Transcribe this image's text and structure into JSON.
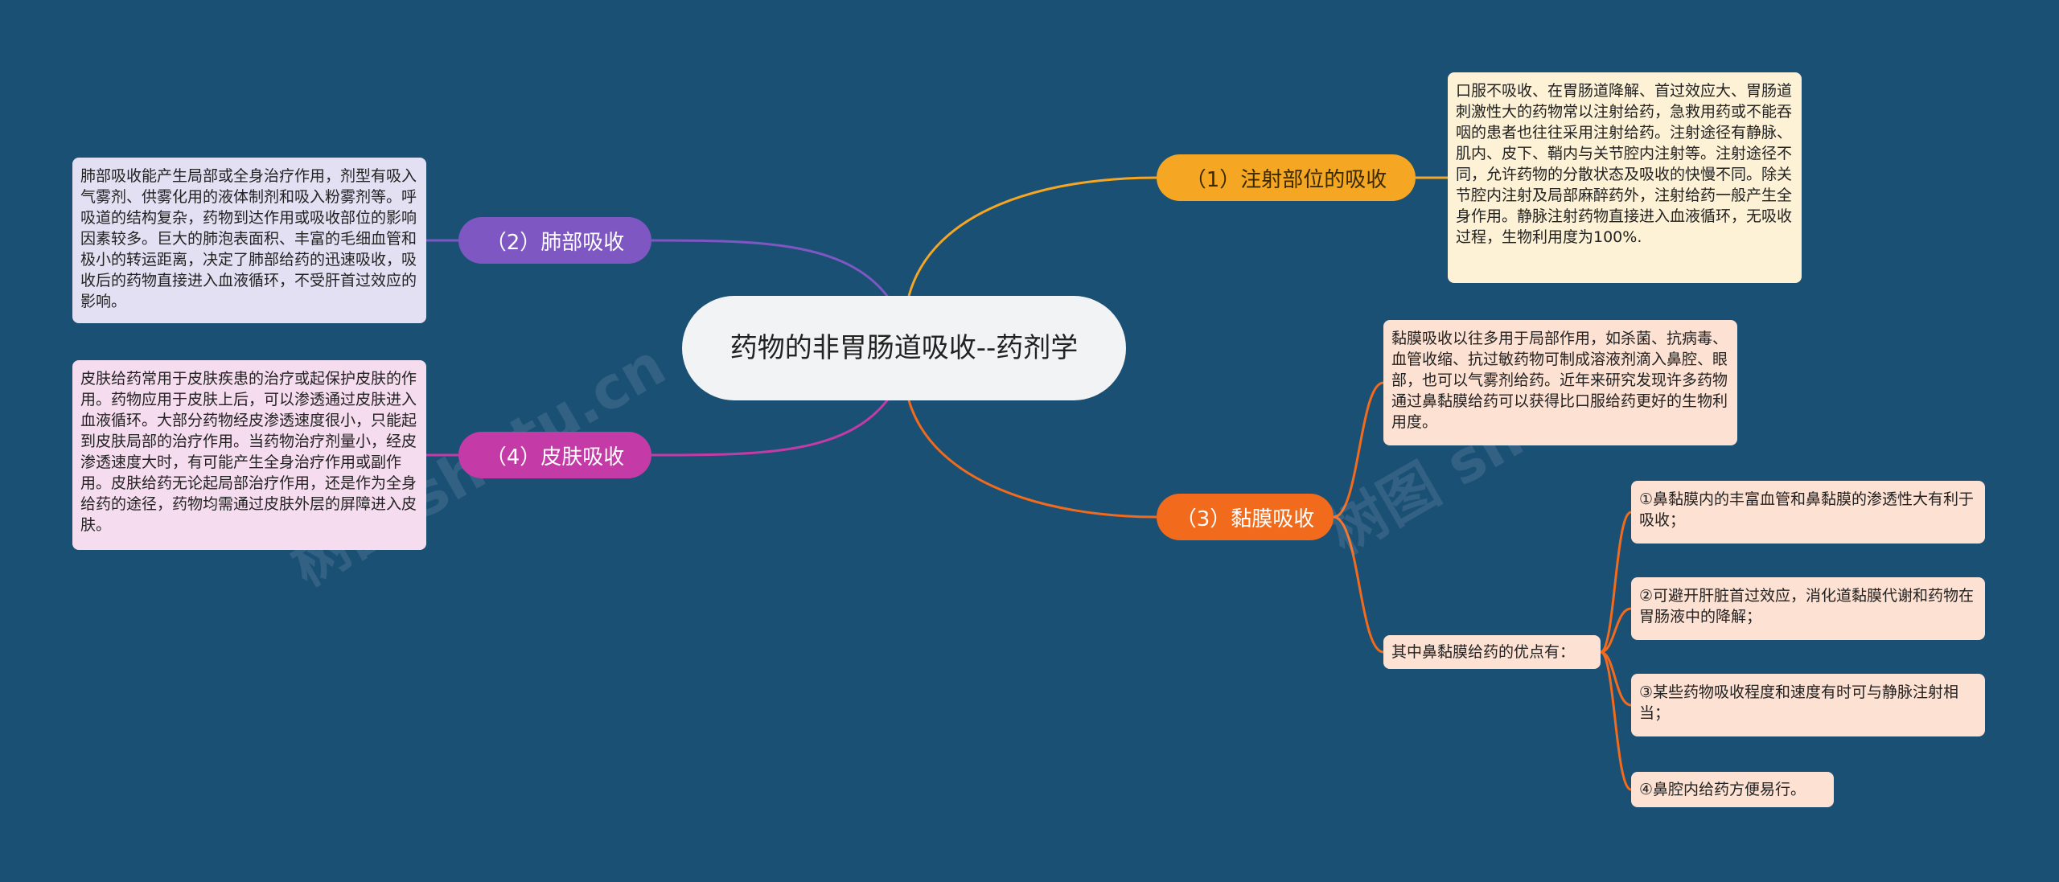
{
  "center": {
    "title": "药物的非胃肠道吸收--药剂学"
  },
  "branches": {
    "b1": {
      "label": "（1）注射部位的吸收",
      "color": "#f5a623"
    },
    "b2": {
      "label": "（2）肺部吸收",
      "color": "#7e57c2"
    },
    "b3": {
      "label": "（3）黏膜吸收",
      "color": "#f26a1b"
    },
    "b4": {
      "label": "（4）皮肤吸收",
      "color": "#c43aa6"
    }
  },
  "notes": {
    "injection": "口服不吸收、在胃肠道降解、首过效应大、胃肠道刺激性大的药物常以注射给药，急救用药或不能吞咽的患者也往往采用注射给药。注射途径有静脉、肌内、皮下、鞘内与关节腔内注射等。注射途径不同，允许药物的分散状态及吸收的快慢不同。除关节腔内注射及局部麻醉药外，注射给药一般产生全身作用。静脉注射药物直接进入血液循环，无吸收过程，生物利用度为100%.",
    "lung": "肺部吸收能产生局部或全身治疗作用，剂型有吸入气雾剂、供雾化用的液体制剂和吸入粉雾剂等。呼吸道的结构复杂，药物到达作用或吸收部位的影响因素较多。巨大的肺泡表面积、丰富的毛细血管和极小的转运距离，决定了肺部给药的迅速吸收，吸收后的药物直接进入血液循环，不受肝首过效应的影响。",
    "mucosa": "黏膜吸收以往多用于局部作用，如杀菌、抗病毒、血管收缩、抗过敏药物可制成溶液剂滴入鼻腔、眼部，也可以气雾剂给药。近年来研究发现许多药物通过鼻黏膜给药可以获得比口服给药更好的生物利用度。",
    "skin": "皮肤给药常用于皮肤疾患的治疗或起保护皮肤的作用。药物应用于皮肤上后，可以渗透通过皮肤进入血液循环。大部分药物经皮渗透速度很小，只能起到皮肤局部的治疗作用。当药物治疗剂量小，经皮渗透速度大时，有可能产生全身治疗作用或副作用。皮肤给药无论起局部治疗作用，还是作为全身给药的途径，药物均需通过皮肤外层的屏障进入皮肤。",
    "advantages_label": "其中鼻黏膜给药的优点有："
  },
  "advantages": [
    "①鼻黏膜内的丰富血管和鼻黏膜的渗透性大有利于吸收；",
    "②可避开肝脏首过效应，消化道黏膜代谢和药物在胃肠液中的降解；",
    "③某些药物吸收程度和速度有时可与静脉注射相当；",
    "④鼻腔内给药方便易行。"
  ],
  "watermarks": [
    "树图 shutu.cn",
    "树图 shutu.cn"
  ]
}
